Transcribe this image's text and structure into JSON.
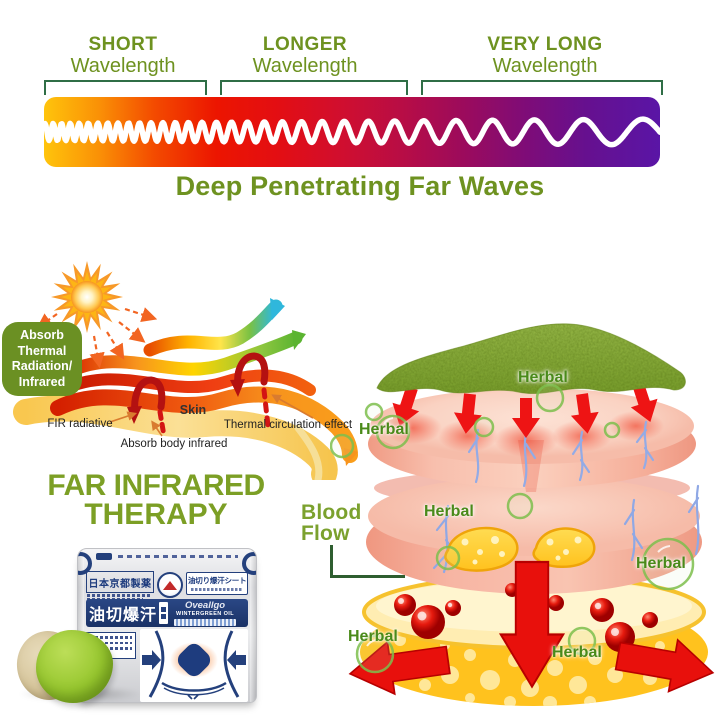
{
  "spectrum": {
    "wave_labels": [
      {
        "emphasis": "SHORT",
        "word": "Wavelength"
      },
      {
        "emphasis": "LONGER",
        "word": "Wavelength"
      },
      {
        "emphasis": "VERY LONG",
        "word": "Wavelength"
      }
    ],
    "caption": "Deep Penetrating Far Waves"
  },
  "fir_diagram": {
    "badge_lines": [
      "Absorb",
      "Thermal",
      "Radiation/",
      "Infrared"
    ],
    "label_fir_radiative": "FIR radiative",
    "label_skin": "Skin",
    "label_absorb_body": "Absorb body infrared",
    "label_thermal_circulation": "Thermal circulation effect",
    "heading_line1": "FAR INFRARED",
    "heading_line2": "THERAPY"
  },
  "package": {
    "brand_jp": "日本京都製薬",
    "sheet_label_jp": "油切り爆汗シート",
    "product_name_jp": "油切爆汗",
    "brand_en": "Oveallgo",
    "oil_label": "WINTERGREEN OIL"
  },
  "skin_diagram": {
    "herbal_label": "Herbal",
    "blood_flow_label": "Blood Flow"
  },
  "colors": {
    "heading_green": "#6E9220",
    "bracket_green": "#2F6E46",
    "herbal_green": "#4A8A1A",
    "navy": "#24407C",
    "arrow_red": "#E8100C",
    "spectrum_start": "#FFC40C",
    "spectrum_mid": "#E30E13",
    "spectrum_end": "#5A15A6"
  }
}
